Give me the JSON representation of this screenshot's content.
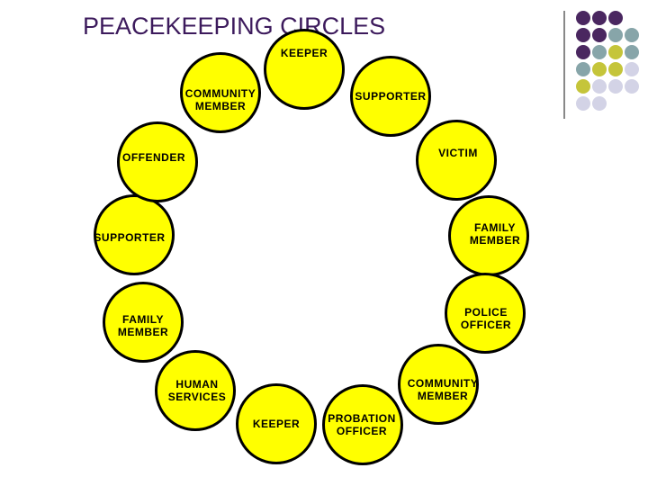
{
  "title": "PEACEKEEPING CIRCLES",
  "colors": {
    "title": "#3c1a5c",
    "circle_fill": "#ffff00",
    "circle_stroke": "#000000",
    "dot_purple": "#4a2760",
    "dot_teal": "#87a5a9",
    "dot_olive": "#c5c53a",
    "dot_lavender": "#d3d3e6"
  },
  "circles": [
    {
      "label": "KEEPER"
    },
    {
      "label": "SUPPORTER"
    },
    {
      "label": "VICTIM"
    },
    {
      "label": "FAMILY\nMEMBER"
    },
    {
      "label": "POLICE\nOFFICER"
    },
    {
      "label": "COMMUNITY\nMEMBER"
    },
    {
      "label": "PROBATION\nOFFICER"
    },
    {
      "label": "KEEPER"
    },
    {
      "label": "HUMAN\nSERVICES"
    },
    {
      "label": "FAMILY\nMEMBER"
    },
    {
      "label": "SUPPORTER"
    },
    {
      "label": "OFFENDER"
    },
    {
      "label": "COMMUNITY\nMEMBER"
    }
  ],
  "dot_grid": [
    [
      "dot_purple",
      "dot_purple",
      "dot_purple"
    ],
    [
      "dot_purple",
      "dot_purple",
      "dot_teal",
      "dot_teal"
    ],
    [
      "dot_purple",
      "dot_teal",
      "dot_olive",
      "dot_teal"
    ],
    [
      "dot_teal",
      "dot_olive",
      "dot_olive",
      "dot_lavender"
    ],
    [
      "dot_olive",
      "dot_lavender",
      "dot_lavender",
      "dot_lavender"
    ],
    [
      "dot_lavender",
      "dot_lavender"
    ]
  ]
}
